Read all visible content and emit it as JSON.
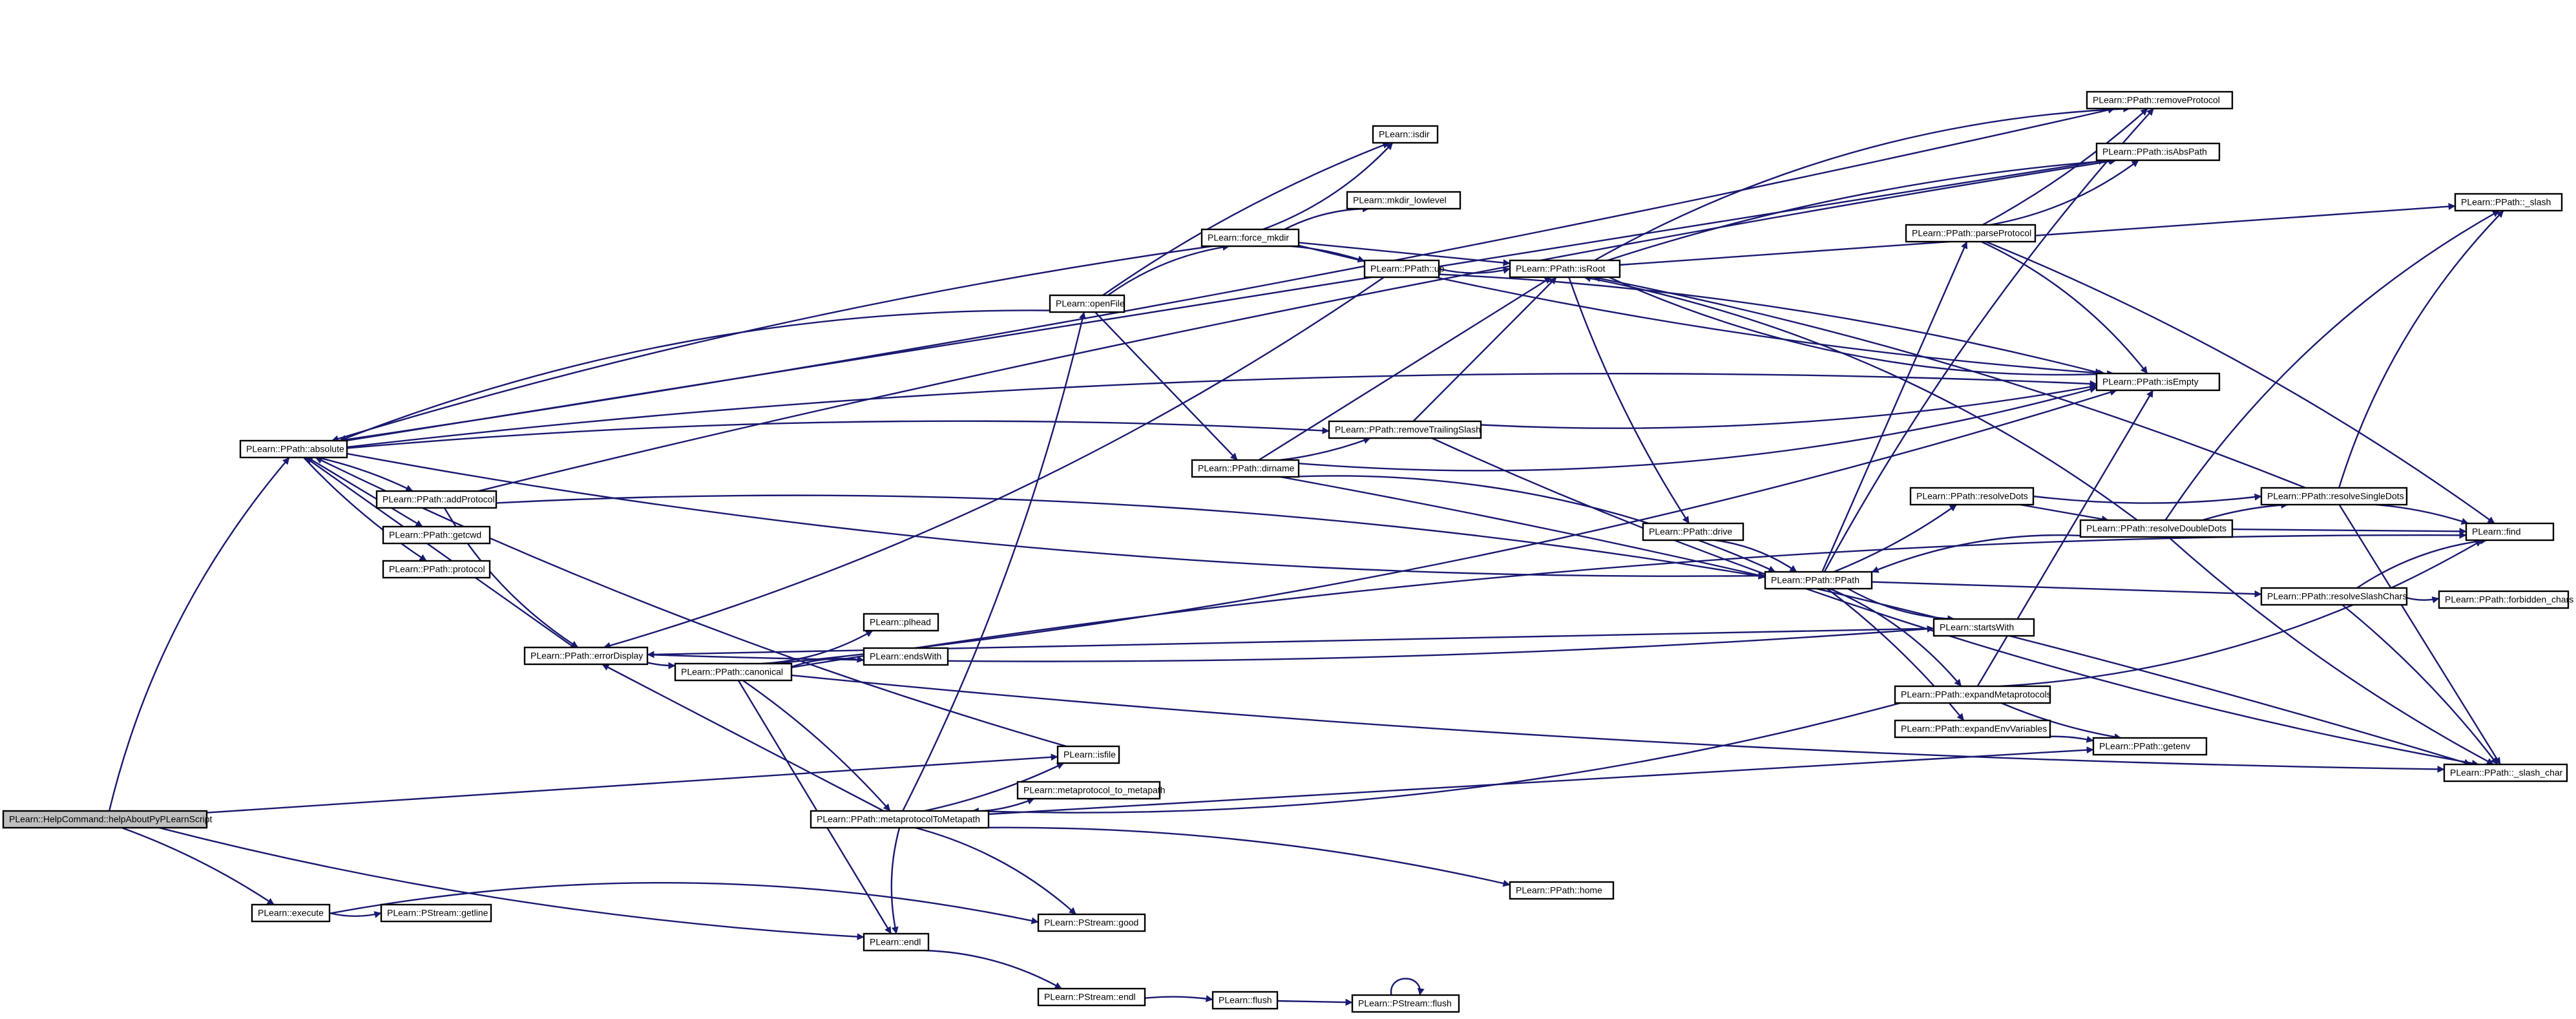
{
  "colors": {
    "edge": "#191970",
    "node_border": "#000000",
    "node_fill": "#ffffff",
    "root_fill": "#bfbfbf"
  },
  "nodes": [
    {
      "id": "helpAbout",
      "label": "PLearn::HelpCommand::helpAboutPyPLearnScript",
      "root": true
    },
    {
      "id": "absolute",
      "label": "PLearn::PPath::absolute"
    },
    {
      "id": "execute",
      "label": "PLearn::execute"
    },
    {
      "id": "getline",
      "label": "PLearn::PStream::getline"
    },
    {
      "id": "addProtocol",
      "label": "PLearn::PPath::addProtocol"
    },
    {
      "id": "getcwd",
      "label": "PLearn::PPath::getcwd"
    },
    {
      "id": "protocol",
      "label": "PLearn::PPath::protocol"
    },
    {
      "id": "errorDisplay",
      "label": "PLearn::PPath::errorDisplay"
    },
    {
      "id": "canonical",
      "label": "PLearn::PPath::canonical"
    },
    {
      "id": "pl_head",
      "label": "PLearn::plhead"
    },
    {
      "id": "endsWith",
      "label": "PLearn::endsWith"
    },
    {
      "id": "isfile",
      "label": "PLearn::isfile"
    },
    {
      "id": "metaToMeta",
      "label": "PLearn::PPath::metaprotocolToMetapath"
    },
    {
      "id": "meta_to_metapath",
      "label": "PLearn::metaprotocol_to_metapath"
    },
    {
      "id": "endl",
      "label": "PLearn::endl"
    },
    {
      "id": "psEndl",
      "label": "PLearn::PStream::endl"
    },
    {
      "id": "flush",
      "label": "PLearn::flush"
    },
    {
      "id": "psFlush",
      "label": "PLearn::PStream::flush"
    },
    {
      "id": "good",
      "label": "PLearn::PStream::good"
    },
    {
      "id": "openFile",
      "label": "PLearn::openFile"
    },
    {
      "id": "force_mkdir",
      "label": "PLearn::force_mkdir"
    },
    {
      "id": "isdir",
      "label": "PLearn::isdir"
    },
    {
      "id": "mkdir_lowlevel",
      "label": "PLearn::mkdir_lowlevel"
    },
    {
      "id": "up",
      "label": "PLearn::PPath::up"
    },
    {
      "id": "dirname",
      "label": "PLearn::PPath::dirname"
    },
    {
      "id": "removeTrailingSlash",
      "label": "PLearn::PPath::removeTrailingSlash"
    },
    {
      "id": "home",
      "label": "PLearn::PPath::home"
    },
    {
      "id": "isRoot",
      "label": "PLearn::PPath::isRoot"
    },
    {
      "id": "drive",
      "label": "PLearn::PPath::drive"
    },
    {
      "id": "PPath",
      "label": "PLearn::PPath::PPath"
    },
    {
      "id": "removeProtocol",
      "label": "PLearn::PPath::removeProtocol"
    },
    {
      "id": "isAbsPath",
      "label": "PLearn::PPath::isAbsPath"
    },
    {
      "id": "parseProtocol",
      "label": "PLearn::PPath::parseProtocol"
    },
    {
      "id": "isEmpty",
      "label": "PLearn::PPath::isEmpty"
    },
    {
      "id": "resolveDots",
      "label": "PLearn::PPath::resolveDots"
    },
    {
      "id": "resolveDoubleDots",
      "label": "PLearn::PPath::resolveDoubleDots"
    },
    {
      "id": "startsWith",
      "label": "PLearn::startsWith"
    },
    {
      "id": "expandMeta",
      "label": "PLearn::PPath::expandMetaprotocols"
    },
    {
      "id": "expandEnv",
      "label": "PLearn::PPath::expandEnvVariables"
    },
    {
      "id": "getenv",
      "label": "PLearn::PPath::getenv"
    },
    {
      "id": "slash",
      "label": "PLearn::PPath::_slash"
    },
    {
      "id": "resolveSingleDots",
      "label": "PLearn::PPath::resolveSingleDots"
    },
    {
      "id": "find",
      "label": "PLearn::find"
    },
    {
      "id": "resolveSlashChars",
      "label": "PLearn::PPath::resolveSlashChars"
    },
    {
      "id": "forbidden_chars",
      "label": "PLearn::PPath::forbidden_chars"
    },
    {
      "id": "slash_char",
      "label": "PLearn::PPath::_slash_char"
    }
  ],
  "edges": [
    [
      "helpAbout",
      "absolute"
    ],
    [
      "helpAbout",
      "execute"
    ],
    [
      "helpAbout",
      "isfile"
    ],
    [
      "helpAbout",
      "endl"
    ],
    [
      "execute",
      "getline"
    ],
    [
      "execute",
      "good"
    ],
    [
      "absolute",
      "addProtocol"
    ],
    [
      "absolute",
      "getcwd"
    ],
    [
      "absolute",
      "protocol"
    ],
    [
      "absolute",
      "PPath"
    ],
    [
      "absolute",
      "isEmpty"
    ],
    [
      "absolute",
      "removeTrailingSlash"
    ],
    [
      "absolute",
      "isAbsPath"
    ],
    [
      "absolute",
      "removeProtocol"
    ],
    [
      "addProtocol",
      "errorDisplay"
    ],
    [
      "addProtocol",
      "PPath"
    ],
    [
      "addProtocol",
      "isAbsPath"
    ],
    [
      "errorDisplay",
      "absolute"
    ],
    [
      "errorDisplay",
      "canonical"
    ],
    [
      "canonical",
      "pl_head"
    ],
    [
      "canonical",
      "endsWith"
    ],
    [
      "canonical",
      "metaToMeta"
    ],
    [
      "canonical",
      "endl"
    ],
    [
      "canonical",
      "slash_char"
    ],
    [
      "canonical",
      "isEmpty"
    ],
    [
      "canonical",
      "find"
    ],
    [
      "isfile",
      "absolute"
    ],
    [
      "metaToMeta",
      "errorDisplay"
    ],
    [
      "metaToMeta",
      "isfile"
    ],
    [
      "metaToMeta",
      "meta_to_metapath"
    ],
    [
      "metaToMeta",
      "good"
    ],
    [
      "metaToMeta",
      "home"
    ],
    [
      "metaToMeta",
      "getenv"
    ],
    [
      "metaToMeta",
      "openFile"
    ],
    [
      "metaToMeta",
      "endl"
    ],
    [
      "endl",
      "psEndl"
    ],
    [
      "psEndl",
      "flush"
    ],
    [
      "flush",
      "psFlush"
    ],
    [
      "psFlush",
      "psFlush"
    ],
    [
      "openFile",
      "absolute"
    ],
    [
      "openFile",
      "force_mkdir"
    ],
    [
      "openFile",
      "isdir"
    ],
    [
      "openFile",
      "dirname"
    ],
    [
      "force_mkdir",
      "absolute"
    ],
    [
      "force_mkdir",
      "isdir"
    ],
    [
      "force_mkdir",
      "mkdir_lowlevel"
    ],
    [
      "force_mkdir",
      "up"
    ],
    [
      "force_mkdir",
      "isRoot"
    ],
    [
      "force_mkdir",
      "isEmpty"
    ],
    [
      "up",
      "isRoot"
    ],
    [
      "up",
      "errorDisplay"
    ],
    [
      "up",
      "isEmpty"
    ],
    [
      "dirname",
      "isRoot"
    ],
    [
      "dirname",
      "removeTrailingSlash"
    ],
    [
      "dirname",
      "isEmpty"
    ],
    [
      "dirname",
      "PPath"
    ],
    [
      "dirname",
      "slash_char"
    ],
    [
      "removeTrailingSlash",
      "isRoot"
    ],
    [
      "removeTrailingSlash",
      "isEmpty"
    ],
    [
      "removeTrailingSlash",
      "slash_char"
    ],
    [
      "isRoot",
      "removeProtocol"
    ],
    [
      "isRoot",
      "isAbsPath"
    ],
    [
      "isRoot",
      "slash"
    ],
    [
      "isRoot",
      "drive"
    ],
    [
      "isRoot",
      "isEmpty"
    ],
    [
      "drive",
      "PPath"
    ],
    [
      "PPath",
      "removeProtocol"
    ],
    [
      "PPath",
      "parseProtocol"
    ],
    [
      "PPath",
      "resolveDots"
    ],
    [
      "PPath",
      "startsWith"
    ],
    [
      "PPath",
      "expandMeta"
    ],
    [
      "PPath",
      "expandEnv"
    ],
    [
      "PPath",
      "resolveSlashChars"
    ],
    [
      "parseProtocol",
      "removeProtocol"
    ],
    [
      "parseProtocol",
      "isAbsPath"
    ],
    [
      "parseProtocol",
      "isEmpty"
    ],
    [
      "parseProtocol",
      "find"
    ],
    [
      "resolveDots",
      "resolveDoubleDots"
    ],
    [
      "resolveDots",
      "resolveSingleDots"
    ],
    [
      "resolveDoubleDots",
      "PPath"
    ],
    [
      "resolveDoubleDots",
      "slash"
    ],
    [
      "resolveDoubleDots",
      "resolveSingleDots"
    ],
    [
      "resolveDoubleDots",
      "find"
    ],
    [
      "resolveDoubleDots",
      "slash_char"
    ],
    [
      "resolveDoubleDots",
      "isRoot"
    ],
    [
      "resolveSingleDots",
      "slash"
    ],
    [
      "resolveSingleDots",
      "find"
    ],
    [
      "resolveSingleDots",
      "slash_char"
    ],
    [
      "resolveSingleDots",
      "isRoot"
    ],
    [
      "resolveSlashChars",
      "forbidden_chars"
    ],
    [
      "resolveSlashChars",
      "find"
    ],
    [
      "resolveSlashChars",
      "slash_char"
    ],
    [
      "expandMeta",
      "isEmpty"
    ],
    [
      "expandMeta",
      "getenv"
    ],
    [
      "expandMeta",
      "find"
    ],
    [
      "expandMeta",
      "metaToMeta"
    ],
    [
      "expandEnv",
      "getenv"
    ],
    [
      "startsWith",
      "errorDisplay"
    ],
    [
      "errorDisplay",
      "startsWith"
    ]
  ]
}
